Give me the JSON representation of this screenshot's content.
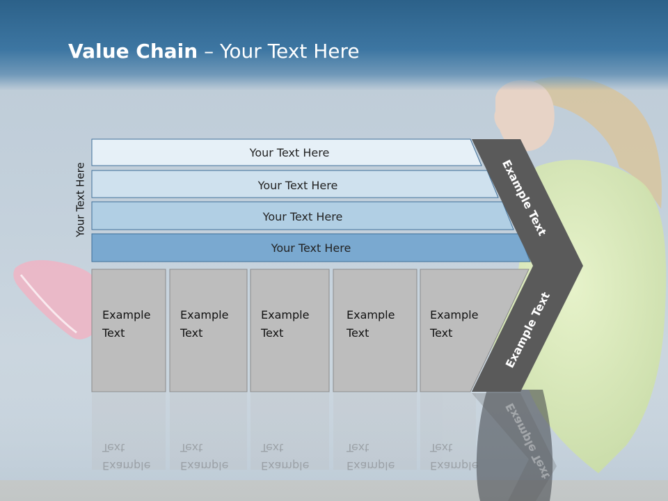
{
  "slide": {
    "title_bold": "Value Chain",
    "title_rest": " – Your Text Here"
  },
  "side_label": "Your Text Here",
  "rows": [
    {
      "label": "Your Text Here",
      "fill": "#e6f0f7"
    },
    {
      "label": "Your Text Here",
      "fill": "#cfe1ee"
    },
    {
      "label": "Your Text Here",
      "fill": "#b1cfe4"
    },
    {
      "label": "Your Text Here",
      "fill": "#7aa9d0"
    }
  ],
  "columns": [
    {
      "line1": "Example",
      "line2": "Text"
    },
    {
      "line1": "Example",
      "line2": "Text"
    },
    {
      "line1": "Example",
      "line2": "Text"
    },
    {
      "line1": "Example",
      "line2": "Text"
    },
    {
      "line1": "Example",
      "line2": "Text"
    }
  ],
  "chevron_upper_label": "Example Text",
  "chevron_lower_label": "Example Text",
  "colors": {
    "title_bar": "#3d76a2",
    "row_border": "#3f6f99",
    "column_fill": "#bdbdbd",
    "column_border": "#8a8a8a",
    "chevron_fill": "#5a5a5a"
  }
}
